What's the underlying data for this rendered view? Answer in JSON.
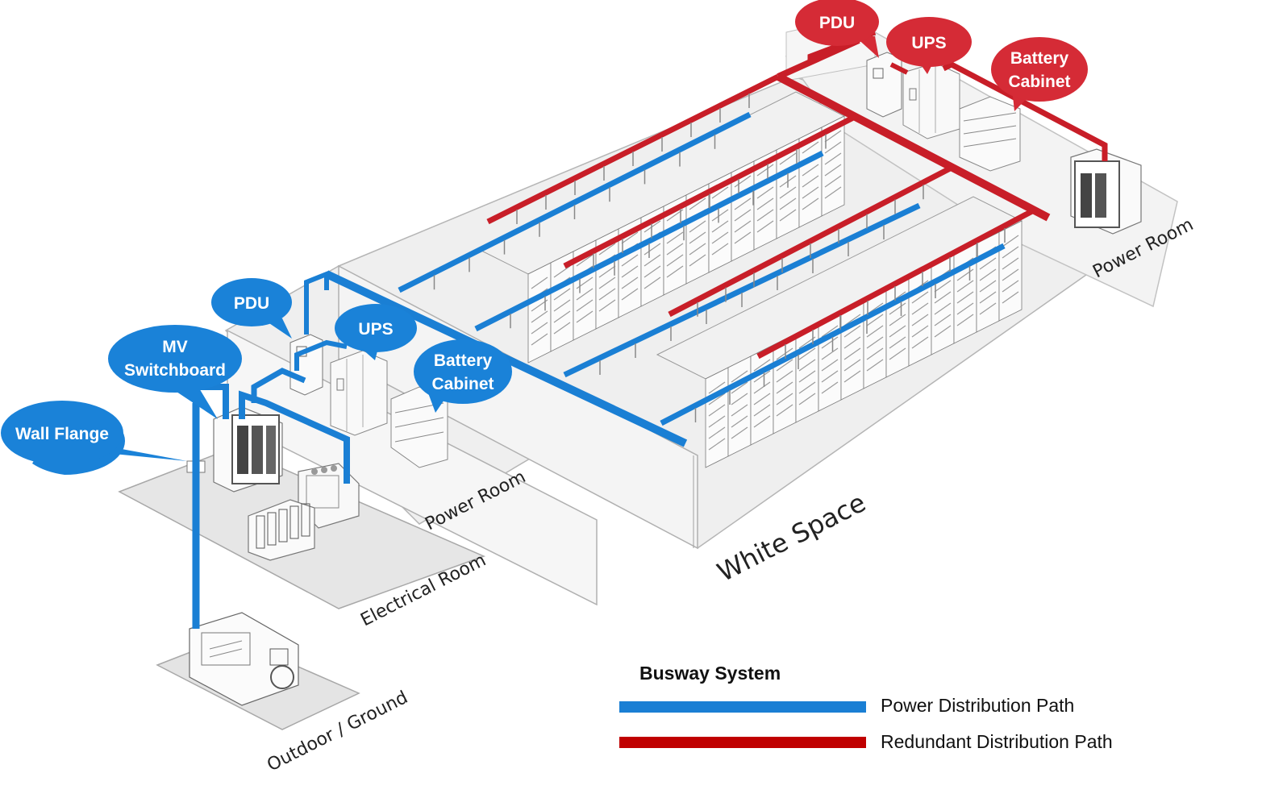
{
  "colors": {
    "power": "#1a7fd4",
    "redundant": "#c81e28",
    "floor": "#ececec",
    "wall": "#f6f6f6",
    "edge": "#8c8c8c"
  },
  "callouts": {
    "wall_flange": "Wall Flange",
    "mv_line1": "MV",
    "mv_line2": "Switchboard",
    "pdu_left": "PDU",
    "ups_left": "UPS",
    "battery_left_line1": "Battery",
    "battery_left_line2": "Cabinet",
    "pdu_right": "PDU",
    "ups_right": "UPS",
    "battery_right_line1": "Battery",
    "battery_right_line2": "Cabinet"
  },
  "rooms": {
    "power_room_left": "Power Room",
    "power_room_right": "Power Room",
    "white_space": "White Space",
    "electrical_room": "Electrical Room",
    "outdoor": "Outdoor / Ground"
  },
  "legend": {
    "title": "Busway System",
    "items": [
      {
        "label": "Power Distribution Path",
        "color": "#1a7fd4"
      },
      {
        "label": "Redundant Distribution Path",
        "color": "#c81e28"
      }
    ]
  }
}
